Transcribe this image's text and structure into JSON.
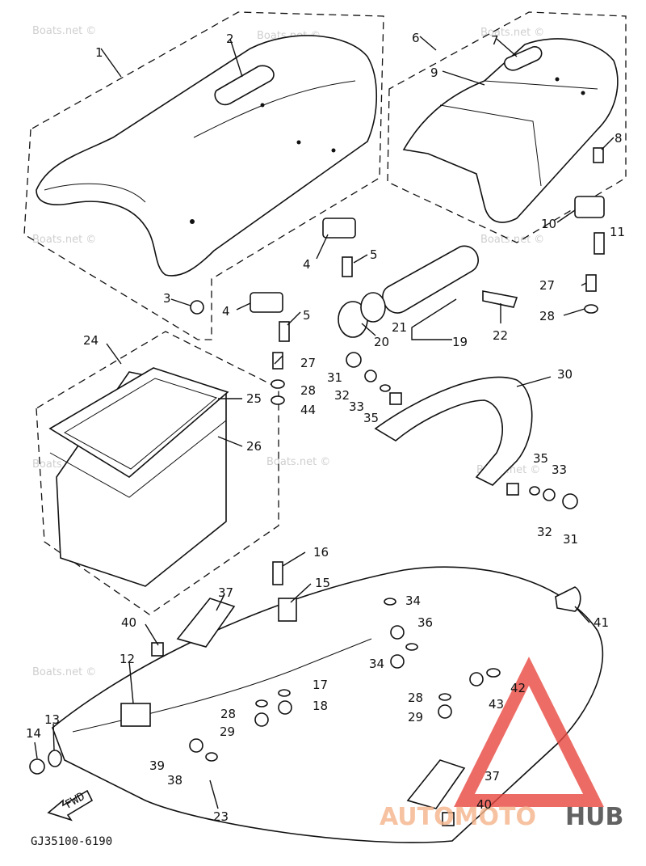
{
  "diagram": {
    "drawing_code": "GJ35100-6190",
    "direction_tag": "FWD",
    "watermark_text": "Boats.net ©",
    "logo": {
      "part1": "AUTOMOTO",
      "part2": "HUB",
      "accent_color": "#e8473f",
      "text_color": "#3b3b3b"
    },
    "callouts": [
      "1",
      "2",
      "3",
      "4",
      "5",
      "6",
      "7",
      "8",
      "9",
      "10",
      "11",
      "12",
      "13",
      "14",
      "15",
      "16",
      "17",
      "18",
      "19",
      "20",
      "21",
      "22",
      "23",
      "24",
      "25",
      "26",
      "27",
      "28",
      "29",
      "30",
      "31",
      "32",
      "33",
      "34",
      "35",
      "36",
      "37",
      "38",
      "39",
      "40",
      "41",
      "42",
      "43",
      "44"
    ],
    "extra_callouts": [
      "4",
      "5",
      "27",
      "28",
      "29",
      "31",
      "32",
      "33",
      "34",
      "35",
      "37",
      "40"
    ]
  }
}
